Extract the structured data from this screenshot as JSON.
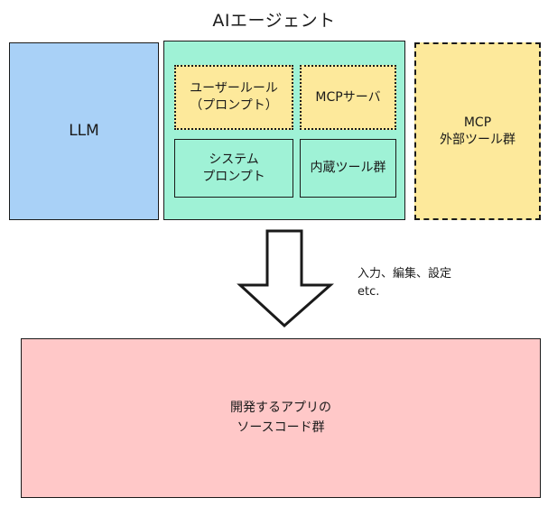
{
  "title": "AIエージェント",
  "llm": {
    "label": "LLM"
  },
  "agent": {
    "user_rule": "ユーザールール\n（プロンプト）",
    "mcp_server": "MCPサーバ",
    "system_prompt": "システム\nプロンプト",
    "builtin_tools": "内蔵ツール群"
  },
  "mcp_external": {
    "label": "MCP\n外部ツール群"
  },
  "arrow": {
    "label": "入力、編集、設定\netc."
  },
  "app_code": {
    "label": "開発するアプリの\nソースコード群"
  },
  "colors": {
    "llm": "#a9d1f7",
    "agent": "#9ff2d6",
    "mcp": "#fde99b",
    "app": "#ffc8c8"
  }
}
